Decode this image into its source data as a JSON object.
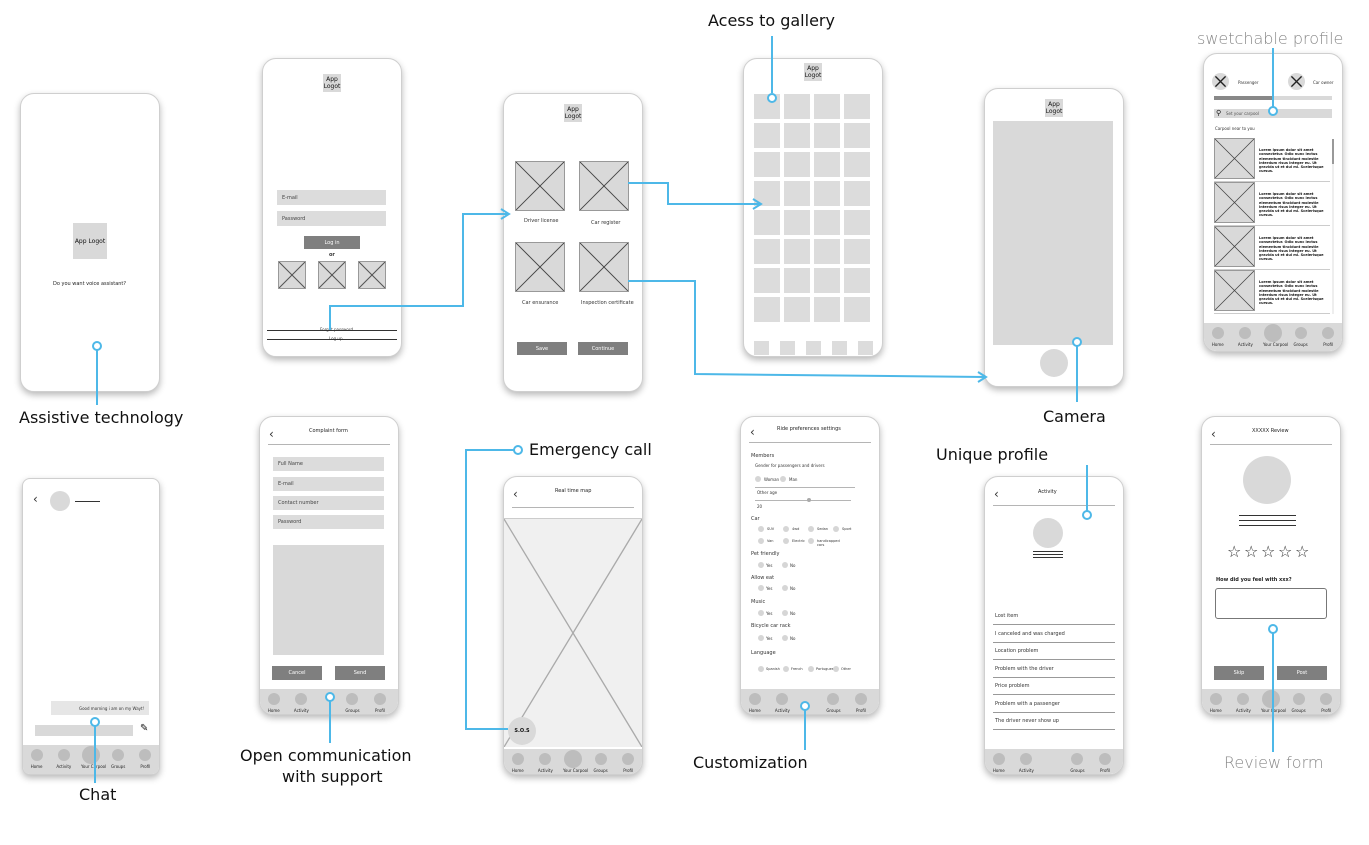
{
  "captions": {
    "assistive": "Assistive technology",
    "gallery": "Acess to gallery",
    "switchable": "swetchable profile",
    "camera": "Camera",
    "emergency": "Emergency call",
    "unique": "Unique profile",
    "communication_1": "Open communication",
    "communication_2": "with support",
    "customization": "Customization",
    "chat": "Chat",
    "review": "Review form"
  },
  "logo_text": "App Logot",
  "s1": {
    "question": "Do you want voice assistant?"
  },
  "login": {
    "email": "E-mail",
    "password": "Password",
    "login_btn": "Log in",
    "or": "or",
    "forgot": "Forgot password",
    "logup": "Log up"
  },
  "docs": {
    "items": [
      "Driver license",
      "Car register",
      "Car ensurance",
      "Inspection certificate"
    ],
    "save": "Save",
    "continue": "Continue"
  },
  "switch": {
    "passenger": "Passenger",
    "owner": "Car owner",
    "search_placeholder": "Set your carpool",
    "near": "Carpool near to you",
    "item_text": "Lorem ipsum dolor sit amet consectetur. Odio nunc lectus elementum tincidunt molestie interdum risus Integer eu. Ut gravida ut et dui mi. Scelerisque cursus."
  },
  "nav": {
    "five": [
      "Home",
      "Activity",
      "Your Carpool",
      "Groups",
      "Profil"
    ],
    "four": [
      "Home",
      "Activity",
      "Groups",
      "Profil"
    ]
  },
  "chat": {
    "message": "Good morning i am on my Wayt!"
  },
  "complaint": {
    "title": "Complaint form",
    "fields": [
      "Full Name",
      "E-mail",
      "Contact number",
      "Password"
    ],
    "cancel": "Cancel",
    "send": "Send"
  },
  "map": {
    "title": "Real time map",
    "sos": "S.O.S"
  },
  "prefs": {
    "title": "Ride preferences settings",
    "members": "Members",
    "gender": "Gender for passengers and drivers",
    "women": "Woman",
    "men": "Man",
    "other_age": "Other age",
    "age_val": "20",
    "car": "Car",
    "car_opts": [
      "SUV",
      "4wd",
      "Sedan",
      "Sport",
      "Van",
      "Electric",
      "handicapped cars"
    ],
    "pet": "Pet friendly",
    "allow_eat": "Allow eat",
    "music": "Music",
    "bicycle": "Bicycle car rack",
    "yes": "Yes",
    "no": "No",
    "language": "Language",
    "lang_opts": [
      "Spanish",
      "French",
      "Portuguese",
      "Other"
    ]
  },
  "activity": {
    "title": "Activity",
    "items": [
      "Lost item",
      "I canceled and was charged",
      "Location problem",
      "Problem with the driver",
      "Price problem",
      "Problem with a passenger",
      "The driver never show up"
    ]
  },
  "review": {
    "title": "XXXXX Review",
    "question": "How did you feel with xxx?",
    "skip": "Skip",
    "post": "Post",
    "stars": 0
  },
  "colors": {
    "accent": "#4db8e8",
    "wire": "#d9d9d9",
    "button": "#7f7f7f"
  }
}
